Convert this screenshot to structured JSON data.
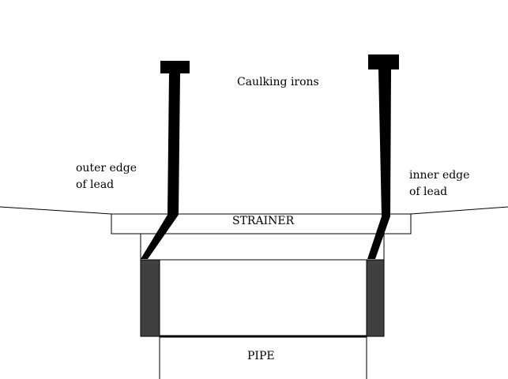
{
  "labels": {
    "caulking_irons": "Caulking irons",
    "outer_edge_line1": "outer edge",
    "outer_edge_line2": "of lead",
    "inner_edge_line1": "inner edge",
    "inner_edge_line2": "of lead",
    "strainer": "STRAINER",
    "pipe": "PIPE"
  },
  "colors": {
    "line": "#000000",
    "lead": "#404040",
    "background": "#ffffff"
  }
}
